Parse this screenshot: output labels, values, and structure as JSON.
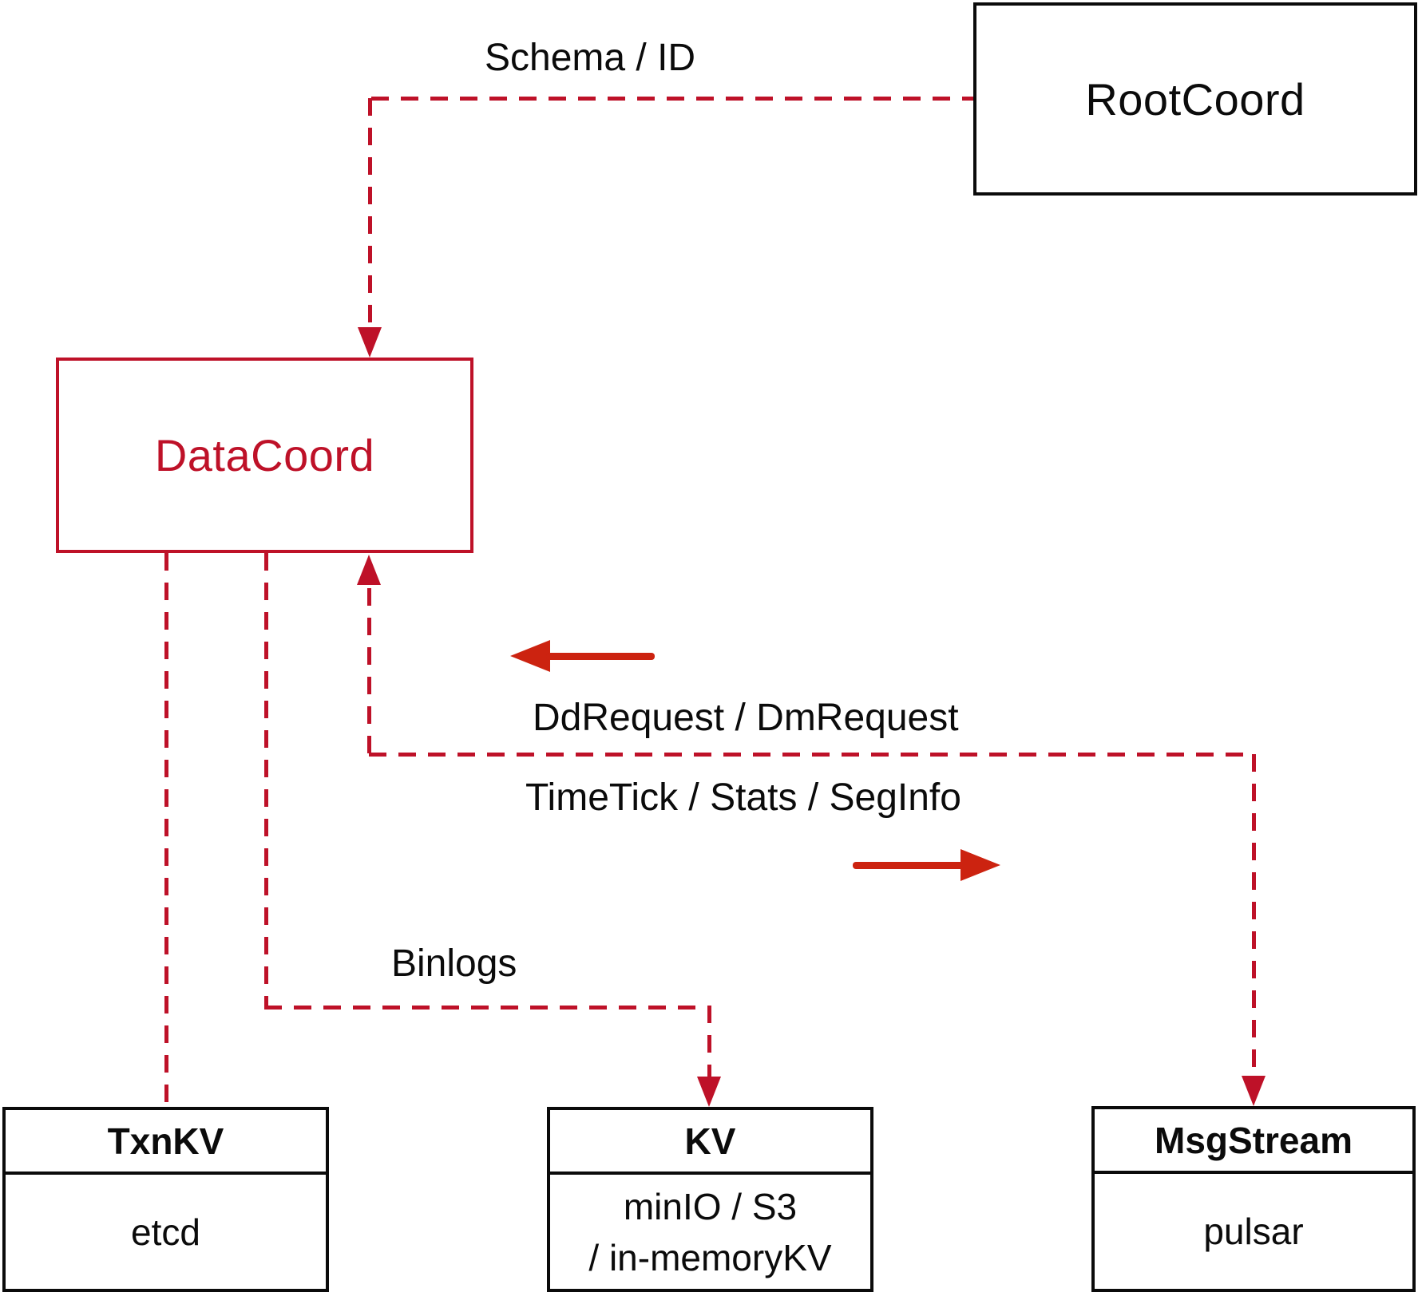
{
  "diagram": {
    "nodes": {
      "rootcoord": {
        "title": "RootCoord"
      },
      "datacoord": {
        "title": "DataCoord"
      },
      "txnkv": {
        "title": "TxnKV",
        "subtitle": "etcd"
      },
      "kv": {
        "title": "KV",
        "subtitle_lines": [
          "minIO / S3",
          "/ in-memoryKV"
        ]
      },
      "msgstream": {
        "title": "MsgStream",
        "subtitle": "pulsar"
      }
    },
    "edge_labels": {
      "schema": "Schema / ID",
      "ddrequest": "DdRequest / DmRequest",
      "timetick": "TimeTick / Stats / SegInfo",
      "binlogs": "Binlogs"
    },
    "colors": {
      "dashed_line_red": "#be1128",
      "solid_arrow_red": "#cc2310",
      "box_border_black": "#0b0b0b",
      "background": "#ffffff"
    }
  }
}
